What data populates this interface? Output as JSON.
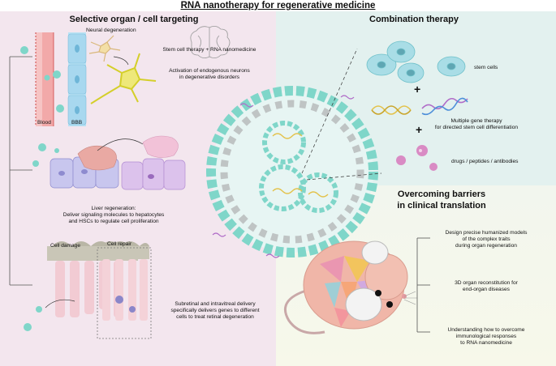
{
  "title": "RNA nanotherapy for regenerative medicine",
  "left": {
    "title": "Selective organ / cell targeting",
    "neural": {
      "degeneration": "Neural degeneration",
      "blood": "Blood",
      "bbb": "BBB",
      "therapy": "Stem cell therapy + RNA nanomedicine",
      "activation_1": "Activation of endogenous neurons",
      "activation_2": "in degenerative disorders"
    },
    "liver": {
      "line1": "Liver regeneration:",
      "line2": "Deliver signaling molecules to hepatocytes",
      "line3": "and HSCs to regulate cell proliferation"
    },
    "retina": {
      "damage": "Cell damage",
      "repair": "Cell repair",
      "line1": "Subretinal and intravitreal delivery",
      "line2": "specifically delivers genes to different",
      "line3": "cells to treat retinal degeneration"
    }
  },
  "combination": {
    "title": "Combination therapy",
    "stem_cells": "stem cells",
    "gene_1": "Multiple gene therapy",
    "gene_2": "for directed stem cell differentiation",
    "drugs": "drugs / peptides / antibodies",
    "plus": "+"
  },
  "barriers": {
    "title_1": "Overcoming barriers",
    "title_2": "in clinical translation",
    "item1_1": "Design precise humanized models",
    "item1_2": "of the complex traits",
    "item1_3": "during organ regeneration",
    "item2_1": "3D organ reconstitution for",
    "item2_2": "end-organ diseases",
    "item3_1": "Understanding how to overcome",
    "item3_2": "immunological responses",
    "item3_3": "to RNA nanomedicine"
  },
  "colors": {
    "left_panel": "#f3e6ee",
    "topright_panel": "#e3f1ef",
    "bottomright_panel": "#f5f7ec",
    "nanoparticle_cyan": "#7fd6c9",
    "nanoparticle_grey": "#b8bcbc",
    "rna_purple": "#b06cc8"
  }
}
